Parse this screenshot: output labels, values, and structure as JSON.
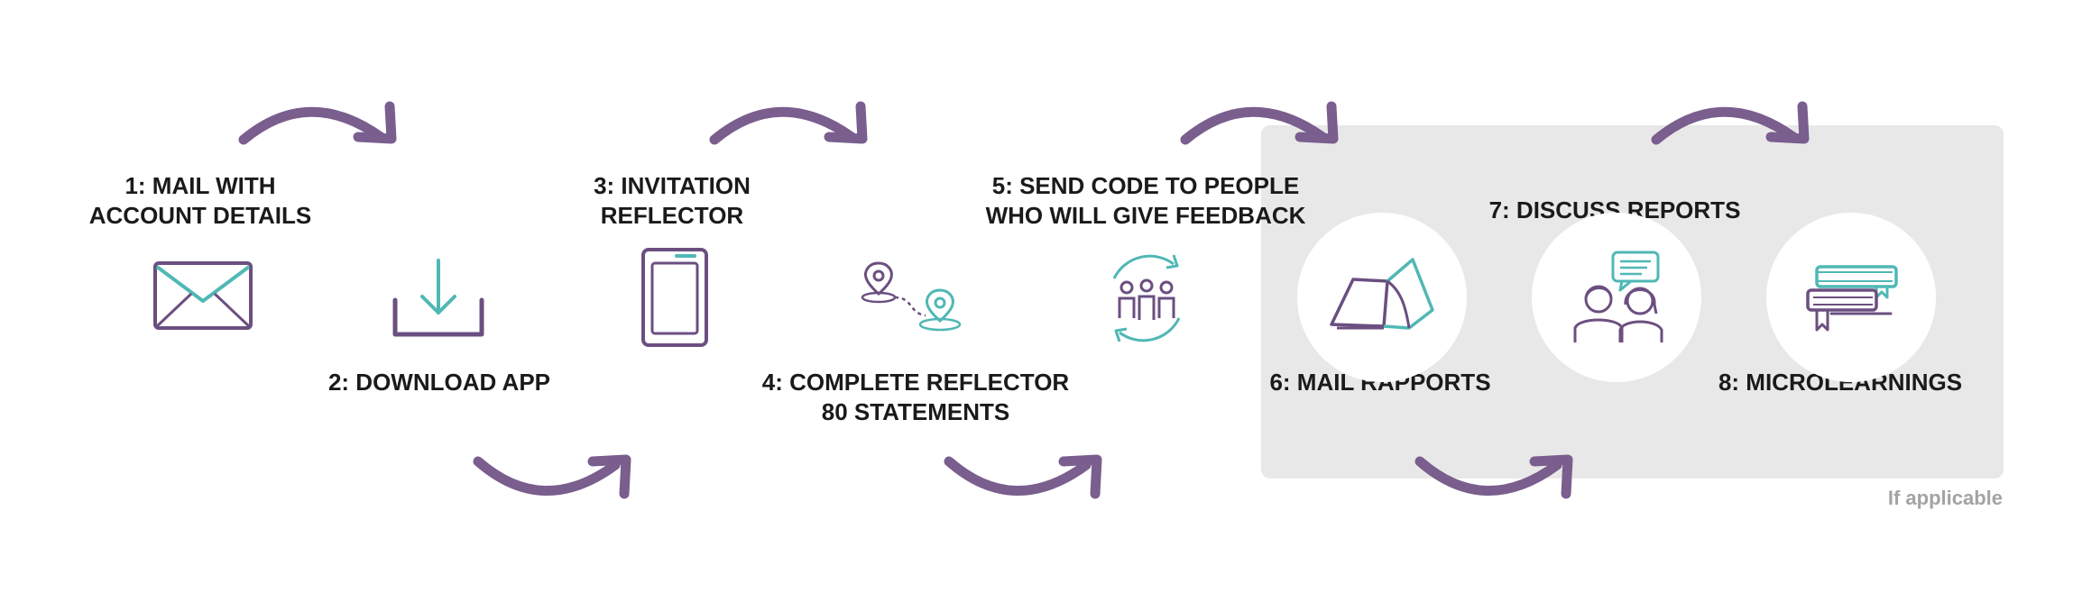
{
  "steps": [
    {
      "label": "1: MAIL WITH\nACCOUNT DETAILS",
      "icon": "envelope-icon"
    },
    {
      "label": "2: DOWNLOAD APP",
      "icon": "download-icon"
    },
    {
      "label": "3: INVITATION\nREFLECTOR",
      "icon": "tablet-icon"
    },
    {
      "label": "4: COMPLETE REFLECTOR\n80 STATEMENTS",
      "icon": "map-route-icon"
    },
    {
      "label": "5: SEND CODE TO PEOPLE\nWHO WILL GIVE FEEDBACK",
      "icon": "people-cycle-icon"
    },
    {
      "label": "6: MAIL RAPPORTS",
      "icon": "open-book-icon"
    },
    {
      "label": "7: DISCUSS REPORTS",
      "icon": "discussion-icon"
    },
    {
      "label": "8: MICROLEARNINGS",
      "icon": "books-icon"
    }
  ],
  "optional_panel": {
    "note": "If applicable"
  },
  "colors": {
    "arrow": "#7a5e8e",
    "icon_purple": "#6b4f80",
    "icon_teal": "#4fb8b5",
    "panel": "#e8e8e8",
    "label": "#1a1a1a"
  }
}
